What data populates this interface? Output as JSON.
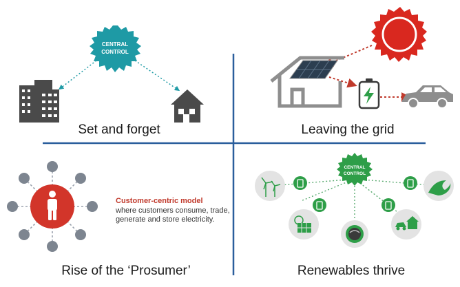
{
  "quadrants": {
    "set_and_forget": {
      "caption": "Set and forget",
      "badge_line1": "CENTRAL",
      "badge_line2": "CONTROL"
    },
    "leaving_the_grid": {
      "caption": "Leaving the grid"
    },
    "prosumer": {
      "caption": "Rise of the ‘Prosumer’",
      "model_title": "Customer-centric model",
      "model_line1": "where customers consume, trade,",
      "model_line2": "generate and store electricity."
    },
    "renewables": {
      "caption": "Renewables thrive",
      "badge_line1": "CENTRAL",
      "badge_line2": "CONTROL"
    }
  },
  "colors": {
    "divider": "#2a5e9c",
    "accent_teal": "#1e9aa5",
    "sun_red": "#d9281f",
    "person_red": "#d2352a",
    "green": "#2e9e48",
    "icon_gray": "#4a4a4a",
    "light_gray": "#e3e3e3"
  }
}
